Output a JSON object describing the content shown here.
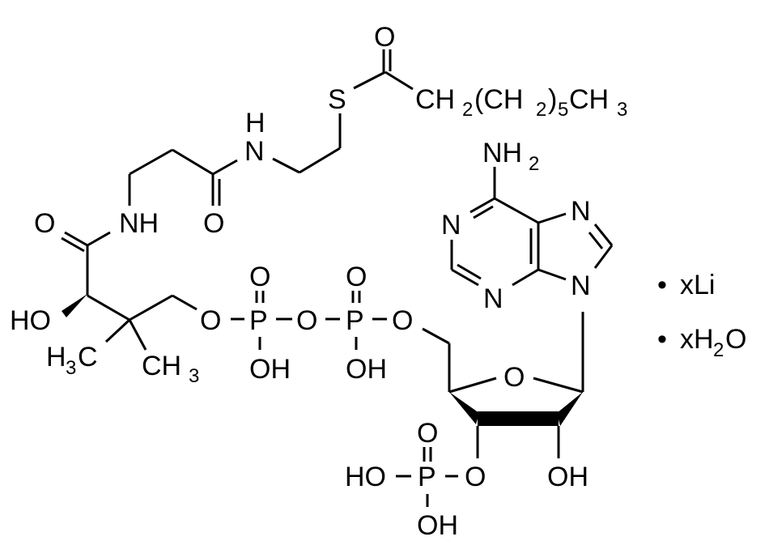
{
  "diagram": {
    "type": "chemical-structure",
    "compound": "Octanoyl coenzyme A lithium salt hydrate",
    "colors": {
      "background": "#ffffff",
      "ink": "#000000"
    },
    "acyl": {
      "carbonyl_O": "O",
      "S": "S",
      "chain": {
        "a": "CH",
        "a_sub": "2",
        "b": "(CH",
        "b_sub": "2",
        "c": ")",
        "c_sub": "5",
        "d": "CH",
        "d_sub": "3"
      }
    },
    "cysteamine": {
      "N": "N",
      "H": "H"
    },
    "beta_alanine": {
      "O": "O",
      "NH": "NH"
    },
    "pantoate": {
      "O": "O",
      "HO": "HO",
      "me1": {
        "a": "H",
        "a_sub": "3",
        "b": "C"
      },
      "me2": {
        "a": "CH",
        "a_sub": "3"
      },
      "O_link": "O"
    },
    "pyrophosphate": {
      "P1": "P",
      "P1_O": "O",
      "P1_OH": "OH",
      "bridge_O": "O",
      "P2": "P",
      "P2_O": "O",
      "P2_OH": "OH",
      "O5": "O"
    },
    "ribose": {
      "ring_O": "O",
      "OH2": "OH",
      "O3": "O"
    },
    "phosphate3": {
      "P": "P",
      "O": "O",
      "HO": "HO",
      "OH": "OH"
    },
    "adenine": {
      "NH": "NH",
      "NH_sub": "2",
      "N1": "N",
      "N3": "N",
      "N7": "N",
      "N9": "N"
    },
    "counterions": [
      {
        "bullet": "•",
        "label": "xLi"
      },
      {
        "bullet": "•",
        "a": "xH",
        "a_sub": "2",
        "b": "O"
      }
    ]
  }
}
